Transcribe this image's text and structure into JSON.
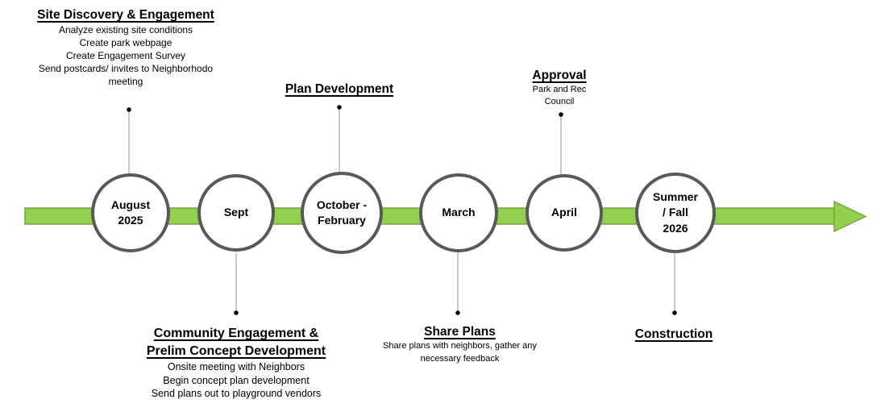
{
  "diagram_type": "project-timeline",
  "colors": {
    "background": "#ffffff",
    "arrow_fill": "#92d050",
    "arrow_stroke": "#7ca33f",
    "circle_fill": "#ffffff",
    "circle_stroke": "#595959",
    "connector_line": "#a6a6a6",
    "connector_dot": "#000000",
    "text": "#000000",
    "crosshair_mark": "#ececec"
  },
  "timeline": {
    "arrow_direction": "right",
    "milestones": [
      {
        "name": "august-2025",
        "lines": [
          "August",
          "2025"
        ]
      },
      {
        "name": "sept",
        "lines": [
          "Sept"
        ]
      },
      {
        "name": "october-february",
        "lines": [
          "October -",
          "February"
        ]
      },
      {
        "name": "march",
        "lines": [
          "March"
        ]
      },
      {
        "name": "april",
        "lines": [
          "April"
        ]
      },
      {
        "name": "summer-fall-2026",
        "lines": [
          "Summer",
          "/ Fall",
          "2026"
        ]
      }
    ]
  },
  "annotations": {
    "site_discovery": {
      "title": "Site Discovery & Engagement",
      "tasks": [
        "Analyze existing site conditions",
        "Create park webpage",
        "Create Engagement Survey",
        "Send postcards/ invites to Neighborhodo meeting"
      ]
    },
    "plan_development": {
      "title": "Plan Development"
    },
    "approval": {
      "title": "Approval",
      "tasks": [
        "Park and Rec Council"
      ]
    },
    "community_engagement": {
      "title_lines": [
        "Community Engagement &",
        "Prelim Concept Development"
      ],
      "tasks": [
        "Onsite meeting with Neighbors",
        "Begin concept plan development",
        "Send plans out to playground vendors"
      ]
    },
    "share_plans": {
      "title": "Share Plans",
      "tasks": [
        "Share plans with neighbors, gather any necessary feedback"
      ]
    },
    "construction": {
      "title": "Construction"
    }
  }
}
